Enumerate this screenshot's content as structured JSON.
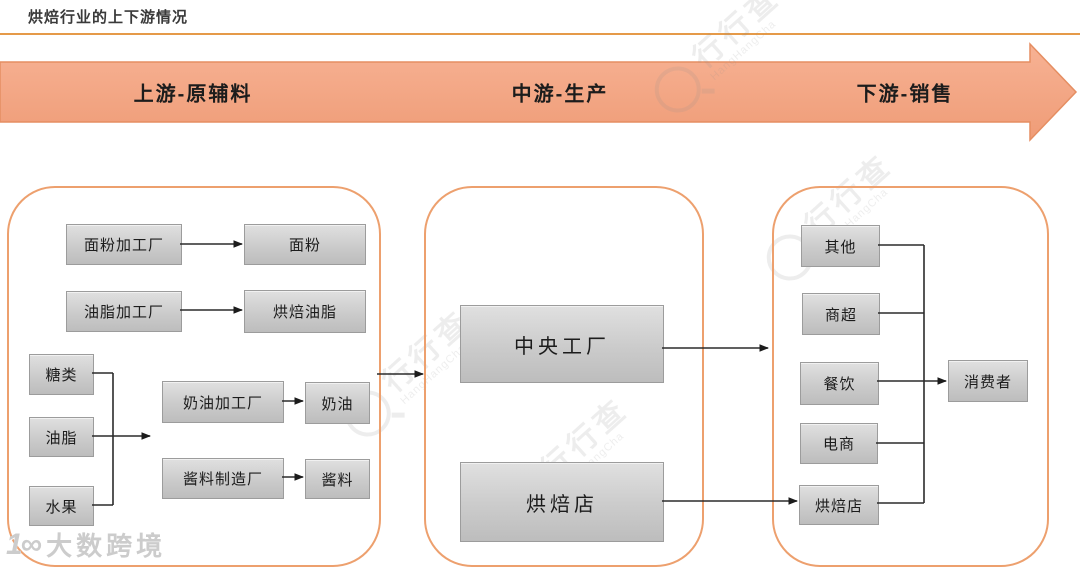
{
  "page": {
    "title": "烘焙行业的上下游情况"
  },
  "banner": {
    "sections": [
      {
        "id": "upstream",
        "label": "上游-原辅料"
      },
      {
        "id": "midstream",
        "label": "中游-生产"
      },
      {
        "id": "downstream",
        "label": "下游-销售"
      }
    ]
  },
  "flow": {
    "upstream": {
      "boxes": [
        {
          "id": "flour-factory",
          "label": "面粉加工厂"
        },
        {
          "id": "flour",
          "label": "面粉"
        },
        {
          "id": "fat-factory",
          "label": "油脂加工厂"
        },
        {
          "id": "baking-fat",
          "label": "烘焙油脂"
        },
        {
          "id": "sugar",
          "label": "糖类"
        },
        {
          "id": "fat",
          "label": "油脂"
        },
        {
          "id": "fruit",
          "label": "水果"
        },
        {
          "id": "cream-factory",
          "label": "奶油加工厂"
        },
        {
          "id": "cream",
          "label": "奶油"
        },
        {
          "id": "sauce-factory",
          "label": "酱料制造厂"
        },
        {
          "id": "sauce",
          "label": "酱料"
        }
      ]
    },
    "midstream": {
      "boxes": [
        {
          "id": "central-factory",
          "label": "中央工厂"
        },
        {
          "id": "bakery",
          "label": "烘焙店"
        }
      ]
    },
    "downstream": {
      "boxes": [
        {
          "id": "others",
          "label": "其他"
        },
        {
          "id": "supermarket",
          "label": "商超"
        },
        {
          "id": "catering",
          "label": "餐饮"
        },
        {
          "id": "ecommerce",
          "label": "电商"
        },
        {
          "id": "bakery-store",
          "label": "烘焙店"
        },
        {
          "id": "consumer",
          "label": "消费者"
        }
      ]
    }
  },
  "watermark": {
    "text": "行行查",
    "subtext": "HangHangCha"
  },
  "footer": {
    "logo_mark": "1∞",
    "logo_text": "大数跨境"
  },
  "colors": {
    "accent_orange_border": "#EDA06E",
    "banner_fill_top": "#F7B294",
    "banner_fill_bottom": "#EF9C77",
    "banner_stroke": "#E58E62",
    "title_rule": "#E59A49",
    "node_fill_top": "#E0E0E0",
    "node_fill_bottom": "#BDBDBD",
    "node_border": "#9C9C9C",
    "connector": "#2B2B2B"
  }
}
